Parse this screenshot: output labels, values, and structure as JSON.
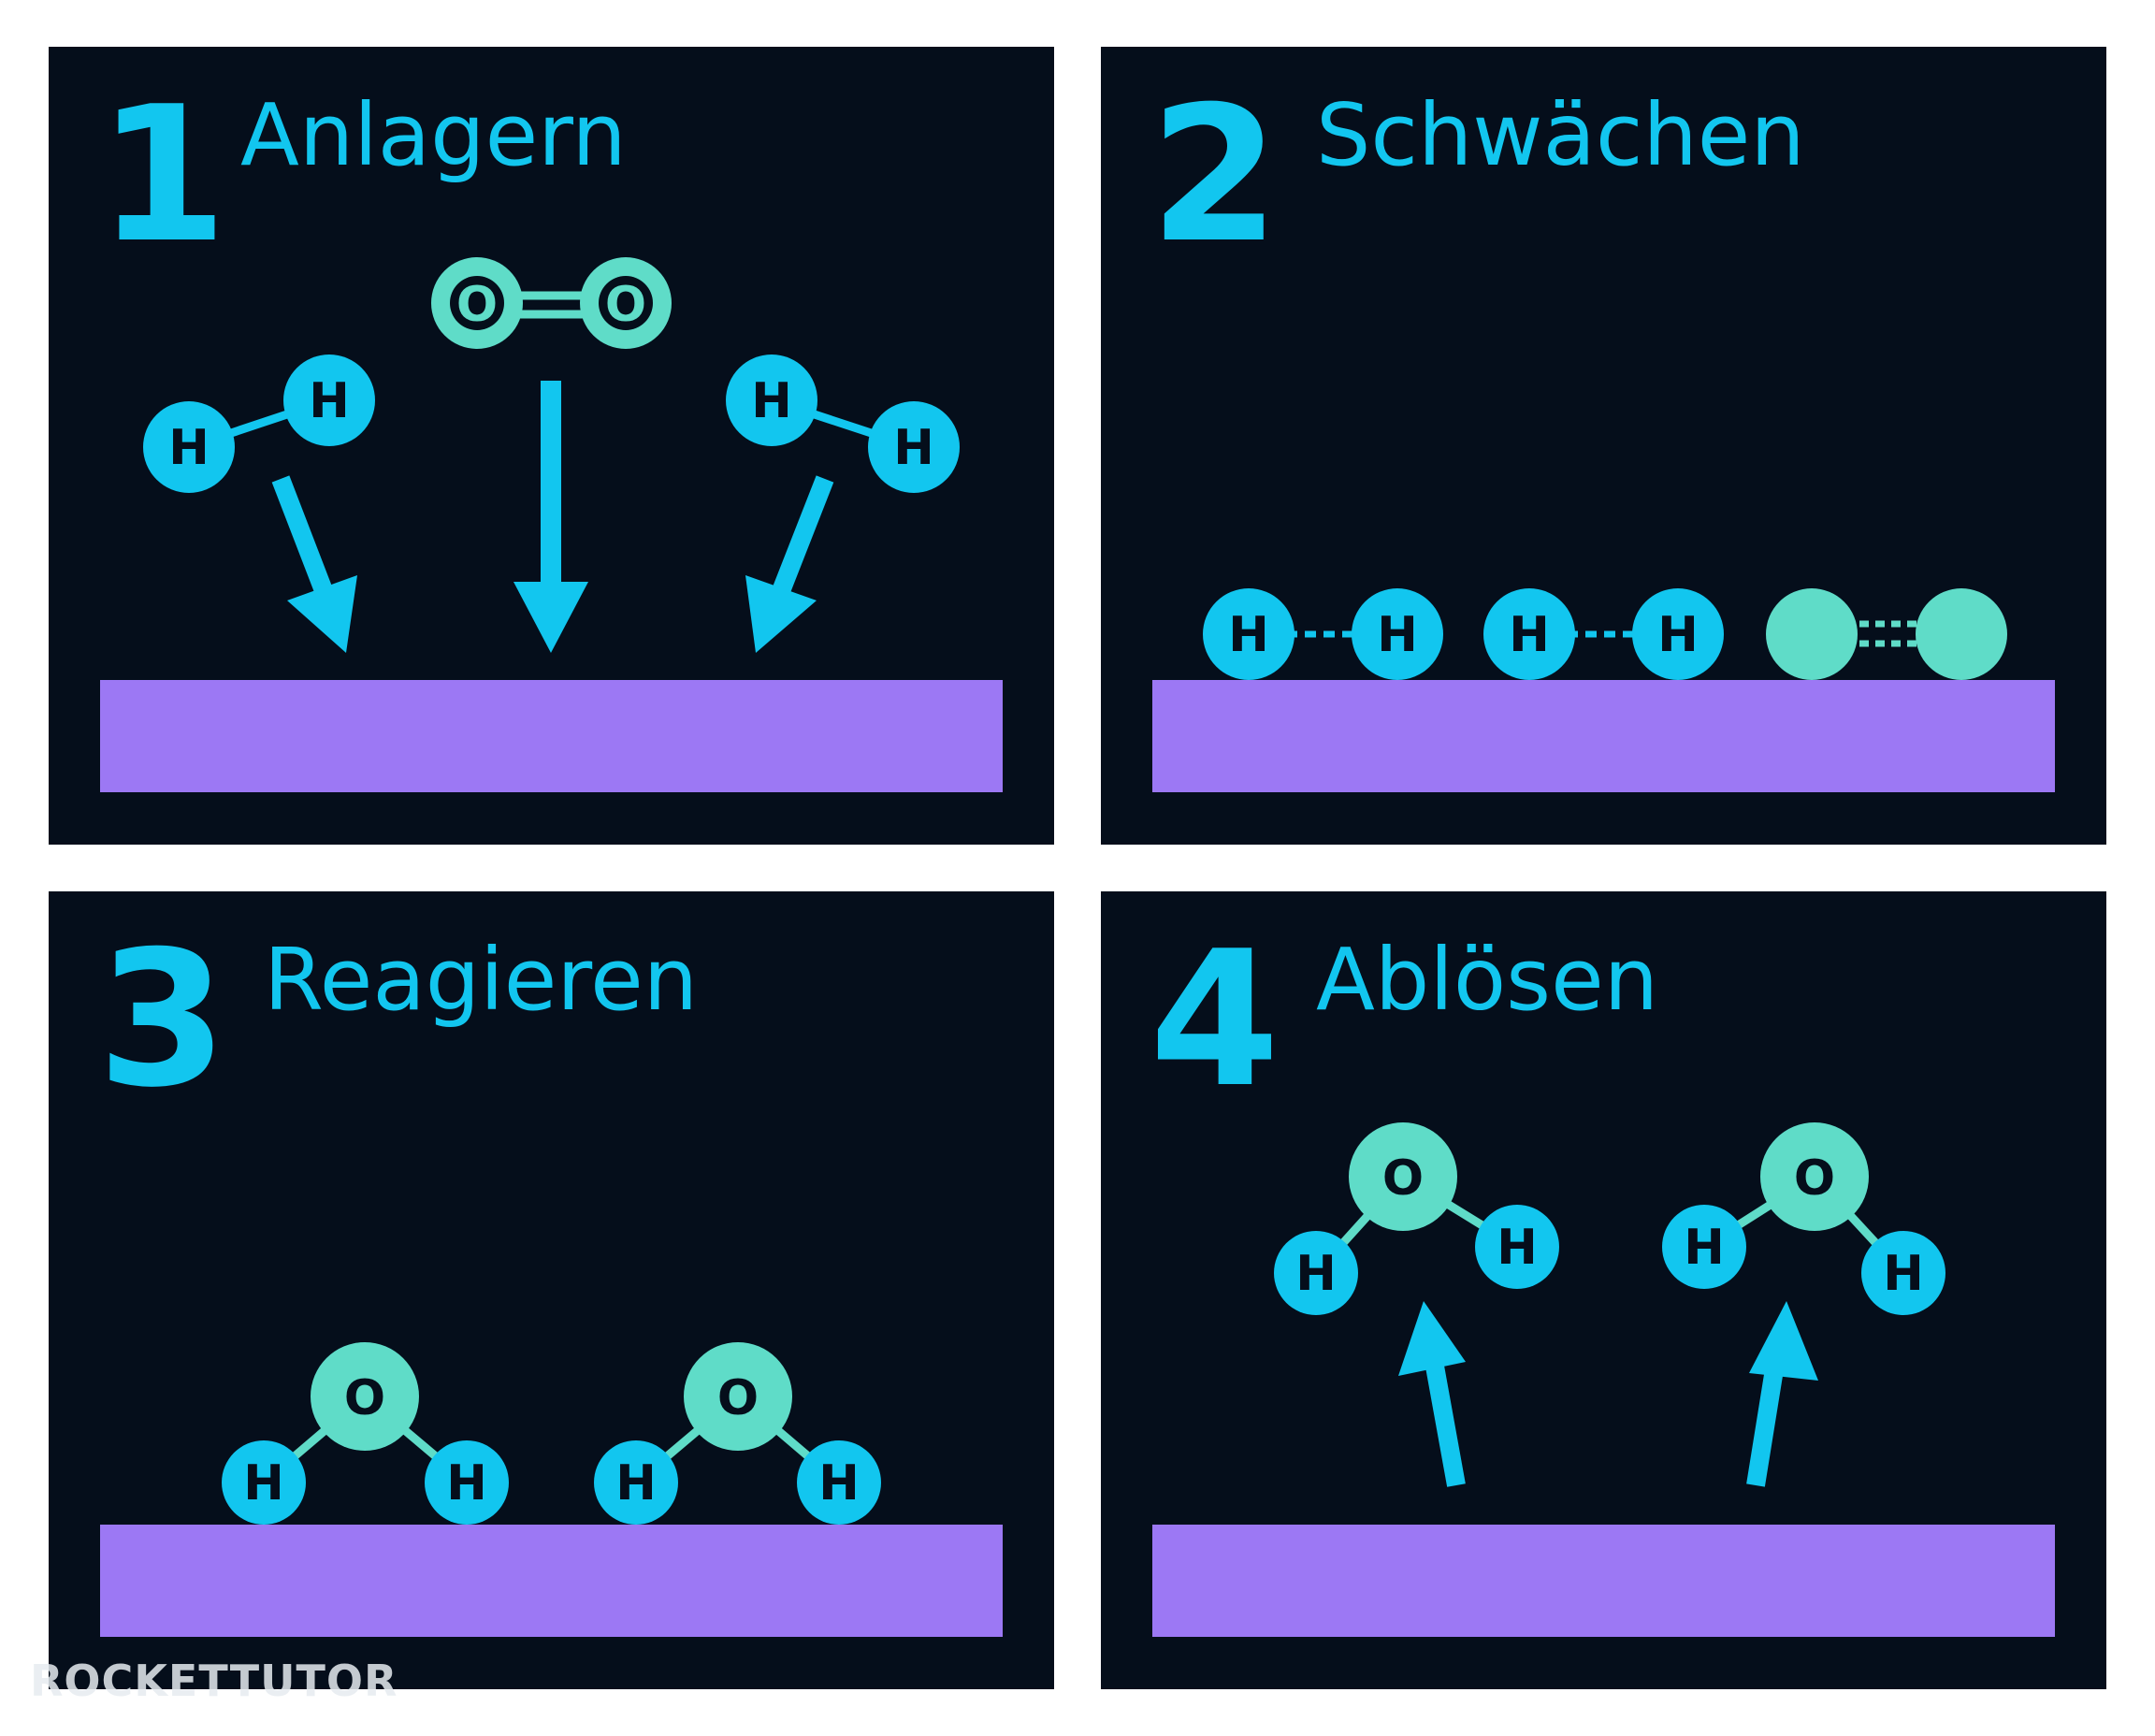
{
  "colors": {
    "background": "#ffffff",
    "panel": "#050e1b",
    "accent": "#12c6ef",
    "oxygen": "#5fdcc8",
    "surface": "#9c78f4"
  },
  "atoms": {
    "hydrogen": "H",
    "oxygen": "O"
  },
  "panels": [
    {
      "number": "1",
      "title": "Anlagern"
    },
    {
      "number": "2",
      "title": "Schwächen"
    },
    {
      "number": "3",
      "title": "Reagieren"
    },
    {
      "number": "4",
      "title": "Ablösen"
    }
  ],
  "watermark": "ROCKETTUTOR"
}
